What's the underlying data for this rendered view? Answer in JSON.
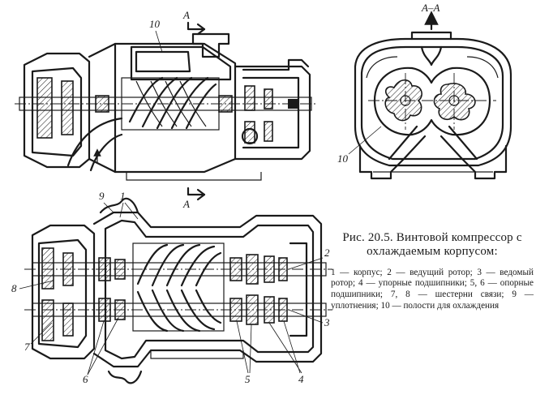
{
  "section_marks": {
    "top_arrow": "A",
    "bottom_arrow": "A",
    "section_view": "A–A"
  },
  "callouts": {
    "top_view": [
      "10"
    ],
    "section_view": [
      "10"
    ],
    "bottom_view": [
      "9",
      "1",
      "2",
      "8",
      "7",
      "6",
      "5",
      "4",
      "3"
    ]
  },
  "caption": {
    "title": "Рис. 20.5. Винтовой компрессор с охлаждаемым корпусом:",
    "legend": "1 — корпус;  2 — ведущий ротор; 3 — ведомый ротор; 4 — упорные подшипники; 5, 6 — опорные подшипники; 7, 8 — шестерни связи; 9 — уплотнения;  10 — полости для охлаждения"
  }
}
